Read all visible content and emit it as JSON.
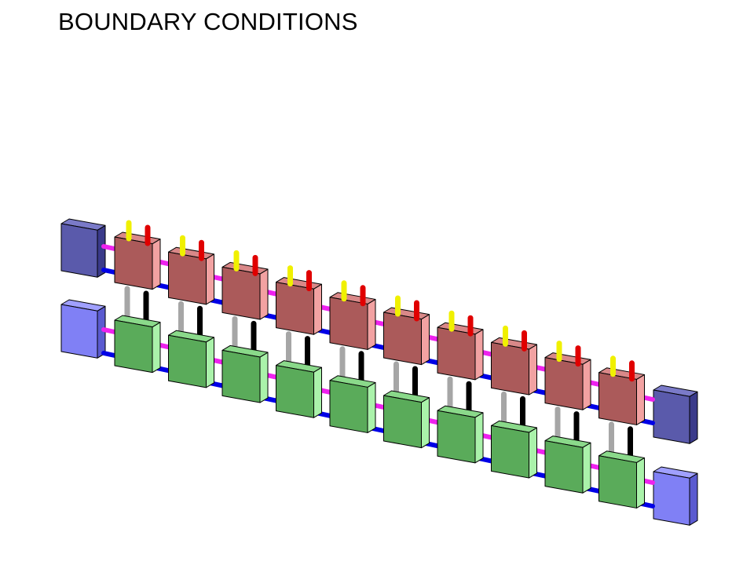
{
  "title": "BOUNDARY CONDITIONS",
  "diagram": {
    "cell_columns": 10,
    "rows": [
      "top",
      "bottom"
    ],
    "boundary_blocks": [
      "top-left",
      "bottom-left",
      "top-right",
      "bottom-right"
    ],
    "colors": {
      "top_cell_front": "#ab5a5a",
      "top_cell_side": "#f2a2a2",
      "top_cell_top": "#d98888",
      "bottom_cell_front": "#5aab5a",
      "bottom_cell_side": "#aaf2aa",
      "bottom_cell_top": "#8ad98a",
      "boundary_top_front": "#5a5aab",
      "boundary_top_side": "#3a3a8a",
      "boundary_bottom_front": "#8080f5",
      "boundary_bottom_side": "#5a5ad0",
      "connector_yellow": "#f0f000",
      "connector_red": "#e00000",
      "connector_gray": "#a6a6a6",
      "connector_black": "#000000",
      "connector_magenta": "#ee22ee",
      "connector_blue": "#0000e6"
    }
  }
}
